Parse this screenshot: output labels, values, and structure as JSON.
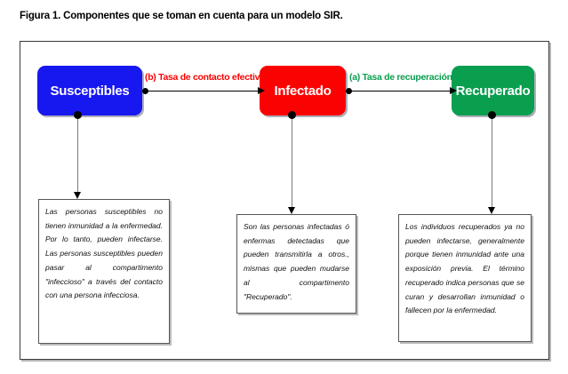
{
  "figure": {
    "caption": "Figura 1. Componentes que se toman en cuenta para un modelo SIR."
  },
  "colors": {
    "susceptible": "#1717f0",
    "infected": "#fb0202",
    "recovered": "#0a9e4f",
    "frame_border": "#3a3a3a",
    "connector": "#7b7b82"
  },
  "diagram": {
    "compartments": [
      {
        "id": "susceptibles",
        "label": "Susceptibles",
        "color": "#1717f0"
      },
      {
        "id": "infectado",
        "label": "Infectado",
        "color": "#fb0202"
      },
      {
        "id": "recuperado",
        "label": "Recuperado",
        "color": "#0a9e4f"
      }
    ],
    "transitions": [
      {
        "id": "susceptibles-to-infectado",
        "label": "(b) Tasa de contacto efectiva",
        "color": "#fb0202",
        "from": "Susceptibles",
        "to": "Infectado"
      },
      {
        "id": "infectado-to-recuperado",
        "label": "(a) Tasa de recuperación",
        "color": "#0a9e4f",
        "from": "Infectado",
        "to": "Recuperado"
      }
    ],
    "descriptions": [
      {
        "id": "susceptibles",
        "text": "Las personas susceptibles no tienen inmunidad a la enfermedad. Por lo tanto, pueden infectarse. Las personas susceptibles pueden pasar al compartimento \"infeccioso\" a través del contacto con una persona infecciosa."
      },
      {
        "id": "infectado",
        "text": "Son las personas infectadas ó enfermas detectadas que pueden transmitirla a otros., mismas que pueden mudarse al compartimento \"Recuperado\"."
      },
      {
        "id": "recuperado",
        "text": "Los individuos recuperados ya no pueden infectarse, generalmente porque tienen inmunidad ante una exposición previa. El término recuperado indica personas que se curan y desarrollan inmunidad o fallecen por la enfermedad."
      }
    ]
  }
}
